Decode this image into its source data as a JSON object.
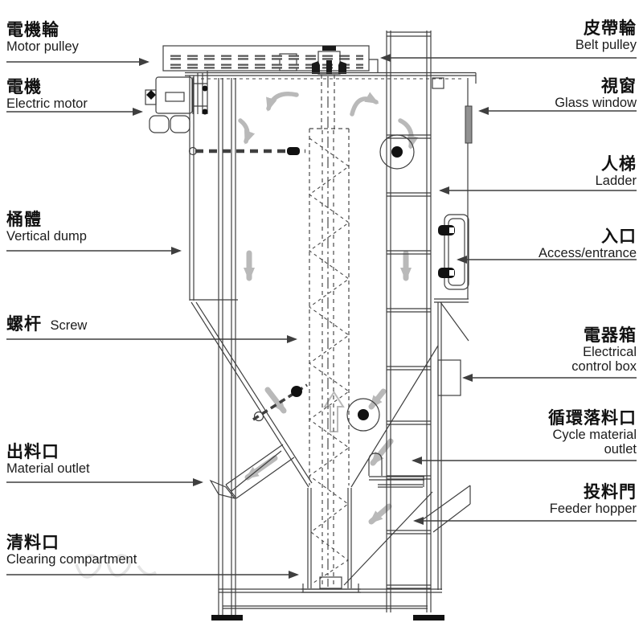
{
  "figure": {
    "type": "technical-diagram",
    "subject": "Vertical mixer machine sectional drawing",
    "colors": {
      "line": "#3f3f3f",
      "flow_arrow": "#b9b9b9",
      "text": "#1c1c1c",
      "background": "#ffffff",
      "window_fill": "#919191"
    },
    "labels_left": [
      {
        "zh": "電機輪",
        "en": "Motor pulley"
      },
      {
        "zh": "電機",
        "en": "Electric motor"
      },
      {
        "zh": "桶體",
        "en": "Vertical dump"
      },
      {
        "zh": "螺杆",
        "en": "Screw"
      },
      {
        "zh": "出料口",
        "en": "Material outlet"
      },
      {
        "zh": "清料口",
        "en": "Clearing compartment"
      }
    ],
    "labels_right": [
      {
        "zh": "皮帶輪",
        "en": "Belt pulley"
      },
      {
        "zh": "視窗",
        "en": "Glass window"
      },
      {
        "zh": "人梯",
        "en": "Ladder"
      },
      {
        "zh": "入口",
        "en": "Access/entrance"
      },
      {
        "zh": "電器箱",
        "en": "Electrical control box"
      },
      {
        "zh": "循環落料口",
        "en": "Cycle material outlet"
      },
      {
        "zh": "投料門",
        "en": "Feeder hopper"
      }
    ]
  }
}
